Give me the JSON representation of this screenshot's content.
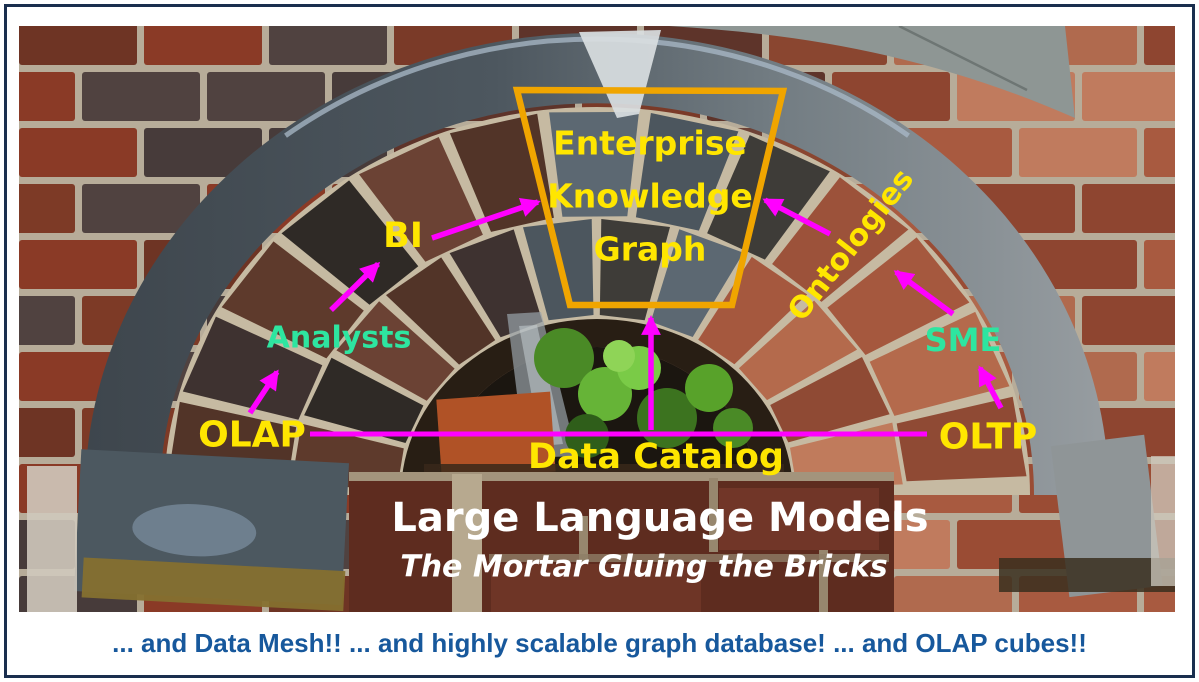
{
  "figure": {
    "caption_title": "Large Language Models",
    "caption_subtitle": "The Mortar Gluing the Bricks"
  },
  "diagram": {
    "keystone": {
      "line1": "Enterprise",
      "line2": "Knowledge",
      "line3": "Graph"
    },
    "labels": {
      "bi": "BI",
      "analysts": "Analysts",
      "olap": "OLAP",
      "data_catalog": "Data Catalog",
      "oltp": "OLTP",
      "sme": "SME",
      "ontologies": "Ontologies"
    },
    "edges": [
      {
        "from": "OLAP",
        "to": "Analysts",
        "type": "arrow"
      },
      {
        "from": "Analysts",
        "to": "BI",
        "type": "arrow"
      },
      {
        "from": "BI",
        "to": "Enterprise Knowledge Graph",
        "type": "arrow"
      },
      {
        "from": "SME",
        "to": "Ontologies",
        "type": "arrow"
      },
      {
        "from": "OLTP",
        "to": "SME",
        "type": "arrow"
      },
      {
        "from": "Ontologies",
        "to": "Enterprise Knowledge Graph",
        "type": "arrow"
      },
      {
        "from": "Data Catalog",
        "to": "Enterprise Knowledge Graph",
        "type": "arrow"
      },
      {
        "from": "OLAP",
        "to": "OLTP",
        "type": "connector"
      }
    ]
  },
  "banner": {
    "text": "... and Data Mesh!! ... and highly scalable graph database! ... and OLAP cubes!!"
  },
  "colors": {
    "arrow_magenta": "#FF00FF",
    "label_yellow": "#FFE600",
    "label_green": "#2EE5A0",
    "keystone_orange": "#F0A500",
    "caption_white": "#FFFFFF",
    "banner_navy": "#17589C",
    "frame_navy": "#1A2E4E"
  }
}
